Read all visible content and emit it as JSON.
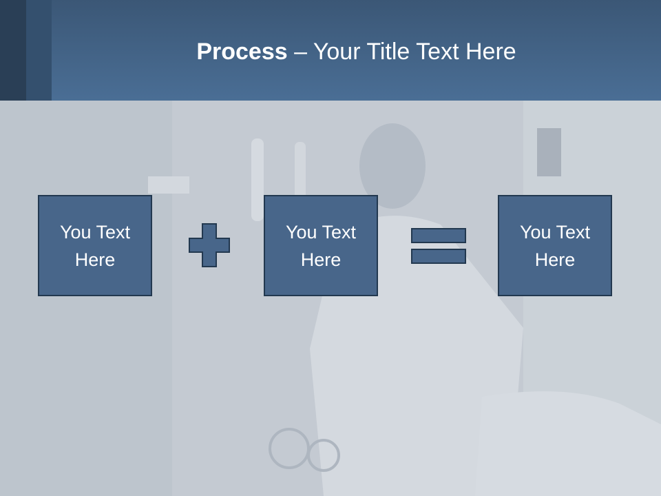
{
  "slide": {
    "title_bold": "Process",
    "title_rest": " – Your Title Text Here",
    "boxes": [
      {
        "text": "You Text\nHere"
      },
      {
        "text": "You Text\nHere"
      },
      {
        "text": "You Text\nHere"
      }
    ],
    "operators": [
      "plus-icon",
      "equals-icon"
    ]
  },
  "colors": {
    "header": "#4a6e95",
    "box_fill": "#48668a",
    "box_border": "#22384f",
    "background": "#c6ccd4"
  }
}
